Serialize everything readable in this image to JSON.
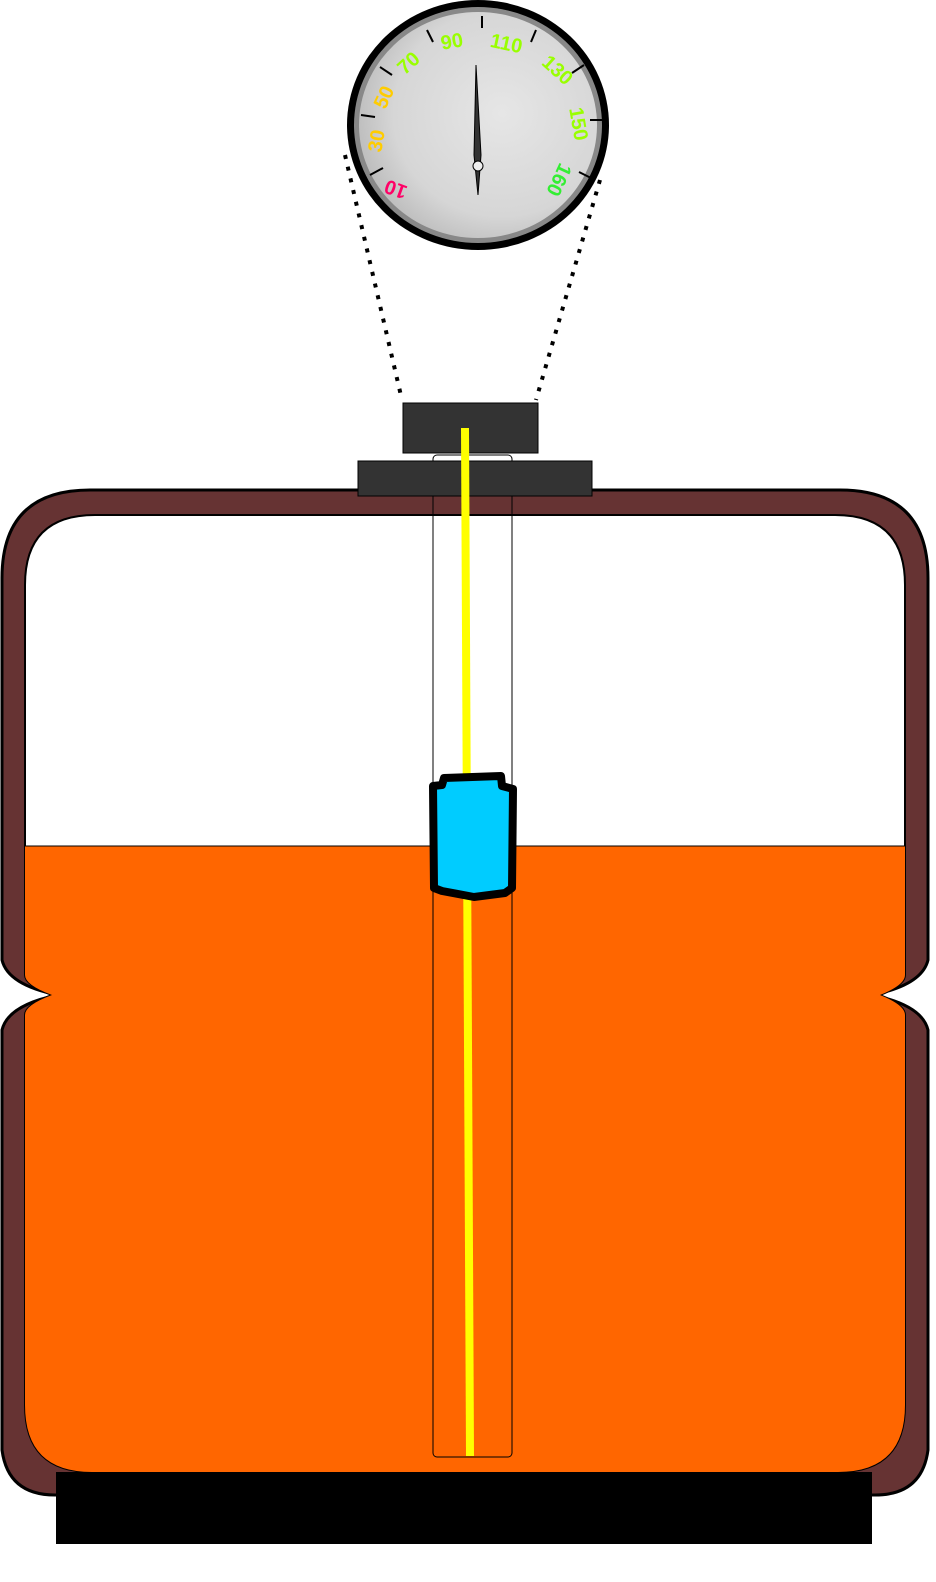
{
  "diagram": {
    "type": "fuel-tank-float-level-gauge",
    "colors": {
      "tank_wall": "#663333",
      "tank_outline": "#000000",
      "fuel": "#ff6600",
      "air_space": "#ffffff",
      "cap": "#333333",
      "rod": "#ffff00",
      "float": "#00ccff",
      "base": "#000000",
      "gauge_face": "#dddddd",
      "gauge_bezel": "#000000",
      "needle": "#333333"
    },
    "fuel_level_fraction": 0.66,
    "gauge": {
      "reading": 100,
      "labels": [
        {
          "text": "10",
          "color": "#ff0066"
        },
        {
          "text": "30",
          "color": "#ffcc00"
        },
        {
          "text": "50",
          "color": "#ffcc00"
        },
        {
          "text": "70",
          "color": "#99ff00"
        },
        {
          "text": "90",
          "color": "#99ff00"
        },
        {
          "text": "110",
          "color": "#99ff00"
        },
        {
          "text": "130",
          "color": "#99ff00"
        },
        {
          "text": "150",
          "color": "#99ff00"
        },
        {
          "text": "160",
          "color": "#33ee33"
        }
      ]
    }
  }
}
